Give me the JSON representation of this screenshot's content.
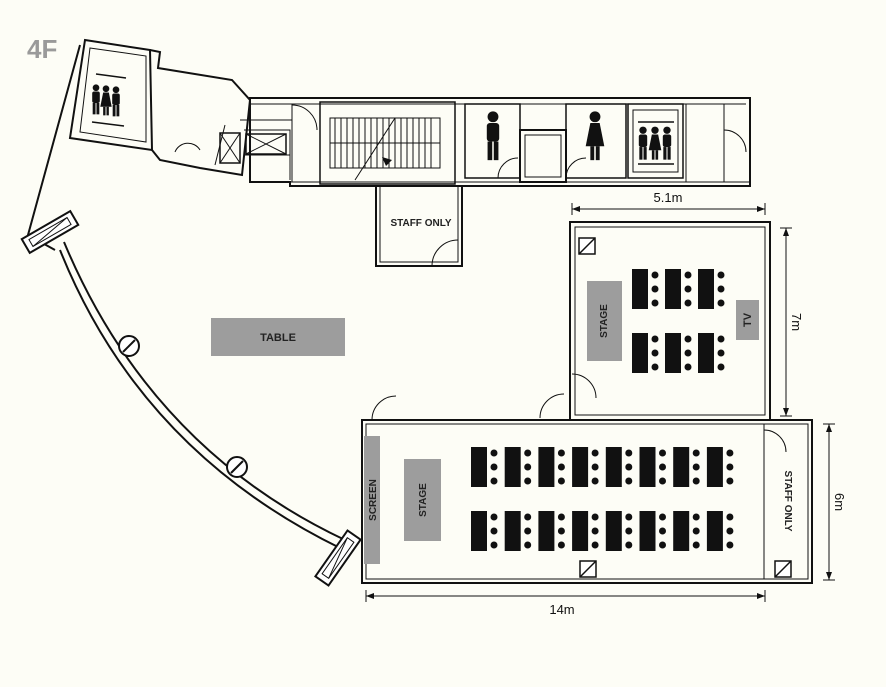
{
  "floor_label": "4F",
  "labels": {
    "staff_only_top": "STAFF ONLY",
    "table": "TABLE",
    "stage_small": "STAGE",
    "tv": "TV",
    "screen": "SCREEN",
    "stage_large": "STAGE",
    "staff_only_side": "STAFF ONLY"
  },
  "dimensions": {
    "small_room_width": "5.1m",
    "small_room_depth": "7m",
    "large_room_width": "14m",
    "large_room_depth": "6m"
  },
  "colors": {
    "wall": "#111111",
    "furniture_label": "#9d9d9d",
    "floor_label": "#9a9a9a",
    "background": "#fdfdf6"
  },
  "icons": [
    "elevator-icon",
    "male-restroom-icon",
    "female-restroom-icon",
    "stairs-icon",
    "no-entry-icon",
    "pillar-icon"
  ]
}
